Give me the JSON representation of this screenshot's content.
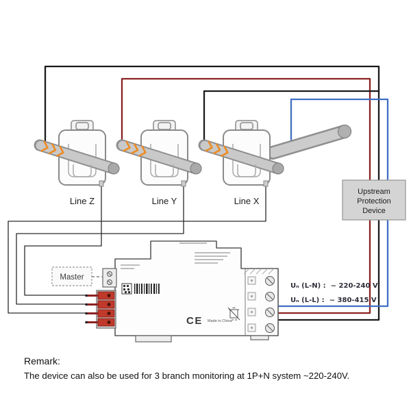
{
  "labels": {
    "line_z": "Line Z",
    "line_y": "Line Y",
    "line_x": "Line X",
    "master": "Master"
  },
  "upstream": {
    "lines": [
      "Upstream",
      "Protection",
      "Device"
    ]
  },
  "voltage": {
    "ln_label": "Uₙ (L-N) :",
    "ln_value": "~ 220-240 V",
    "ll_label": "Uₙ (L-L) :",
    "ll_value": "~ 380-415 V"
  },
  "meter": {
    "ce": "CE",
    "made_in": "Made in China"
  },
  "remark": {
    "title": "Remark:",
    "text": "The device can also be used for 3 branch monitoring at 1P+N system ~220-240V."
  },
  "icons": {
    "current_direction": "triple-chevron-arrow",
    "weee": "crossed-out-wheelie-bin"
  },
  "colors": {
    "wire_black": "#1a1a1a",
    "wire_red": "#8b2222",
    "wire_blue": "#3f6fc4",
    "arrow_orange": "#ec8b23",
    "terminal_red": "#c0392b",
    "upstream_box": "#d4d4d4"
  }
}
